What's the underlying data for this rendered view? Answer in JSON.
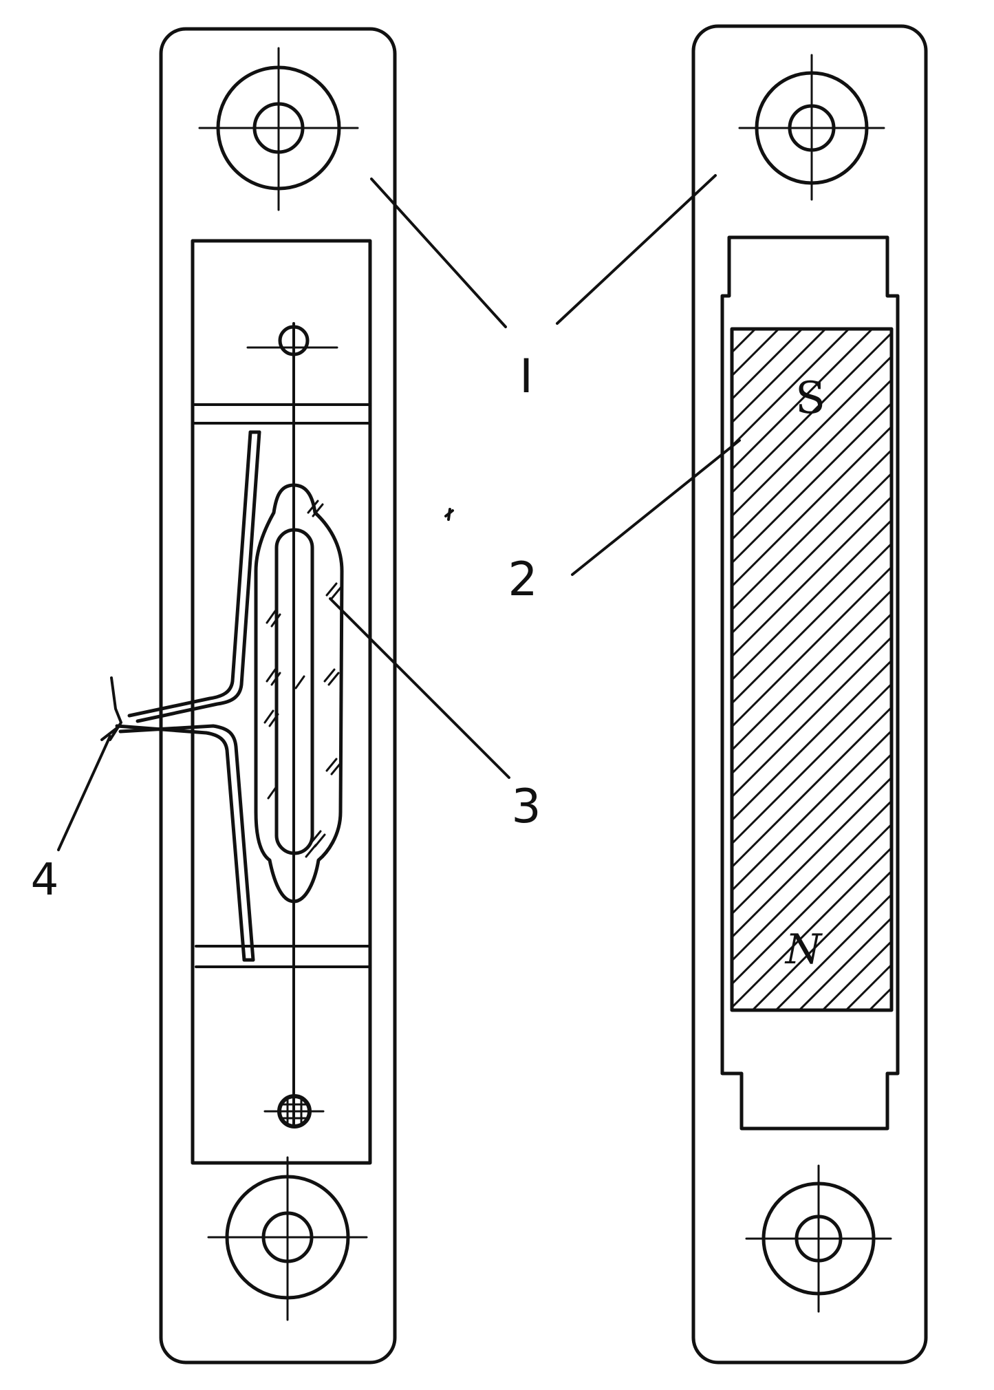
{
  "diagram": {
    "labels": {
      "part1": "I",
      "part2": "2",
      "part3": "3",
      "part4": "4"
    },
    "poles": {
      "south": "S",
      "north": "N"
    },
    "colors": {
      "ink": "#111111",
      "paper": "#ffffff"
    }
  }
}
